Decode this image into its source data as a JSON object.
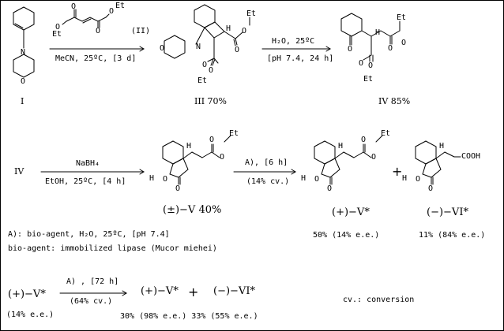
{
  "colors": {
    "ink": "#000000",
    "background": "#ffffff"
  },
  "compounds": {
    "I": {
      "label": "I"
    },
    "III": {
      "label": "III 70%"
    },
    "IV": {
      "label": "IV 85%"
    },
    "IV_start": {
      "label": "IV"
    },
    "V_racemic": {
      "label": "(±)−V 40%"
    },
    "V_plus": {
      "label": "(+)−V*",
      "yield": "50% (14% e.e.)"
    },
    "VI_minus": {
      "label": "(−)−VI*",
      "yield": "11% (84% e.e.)"
    }
  },
  "reaction1": {
    "reagent_label": "(II)",
    "conditions": "MeCN, 25ºC, [3 d]"
  },
  "reaction2": {
    "reagent": "H₂O, 25ºC",
    "conditions": "[pH 7.4, 24 h]"
  },
  "reaction3": {
    "reagent": "NaBH₄",
    "conditions": "EtOH, 25ºC, [4 h]"
  },
  "reaction4": {
    "reagent": "A), [6 h]",
    "conditions": "(14% cv.)"
  },
  "notes": {
    "a": "A): bio-agent, H₂O, 25ºC, [pH 7.4]",
    "b": "bio-agent: immobilized lipase (Mucor miehei)",
    "cv": "cv.: conversion"
  },
  "reaction5": {
    "start": "(+)−V*",
    "start_ee": "(14% e.e.)",
    "reagent": "A) , [72 h]",
    "conditions": "(64% cv.)",
    "product1": "(+)−V*",
    "product2": "(−)−VI*",
    "yields": "30% (98% e.e.) 33% (55% e.e.)"
  },
  "atoms": {
    "N": "N",
    "O": "O",
    "H": "H",
    "Et": "Et",
    "COOH": "COOH",
    "plus": "+"
  }
}
